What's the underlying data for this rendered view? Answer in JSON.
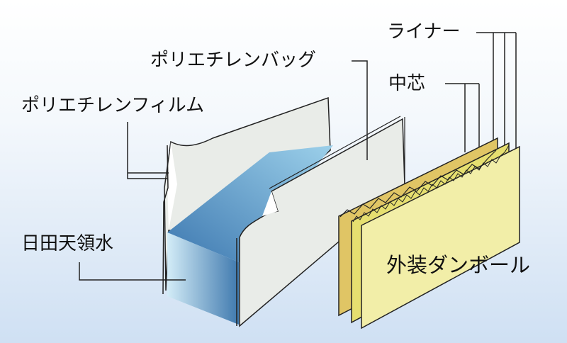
{
  "labels": {
    "liner": "ライナー",
    "medium": "中芯",
    "bag": "ポリエチレンバッグ",
    "film": "ポリエチレンフィルム",
    "water": "日田天領水",
    "carton": "外装ダンボール"
  },
  "colors": {
    "sheet": "#e9ece8",
    "water_light": "#cde8f5",
    "water_dark": "#3e78ae",
    "liner_front": "#f2eea8",
    "liner_mid": "#e6df70",
    "liner_back": "#e0c565"
  }
}
